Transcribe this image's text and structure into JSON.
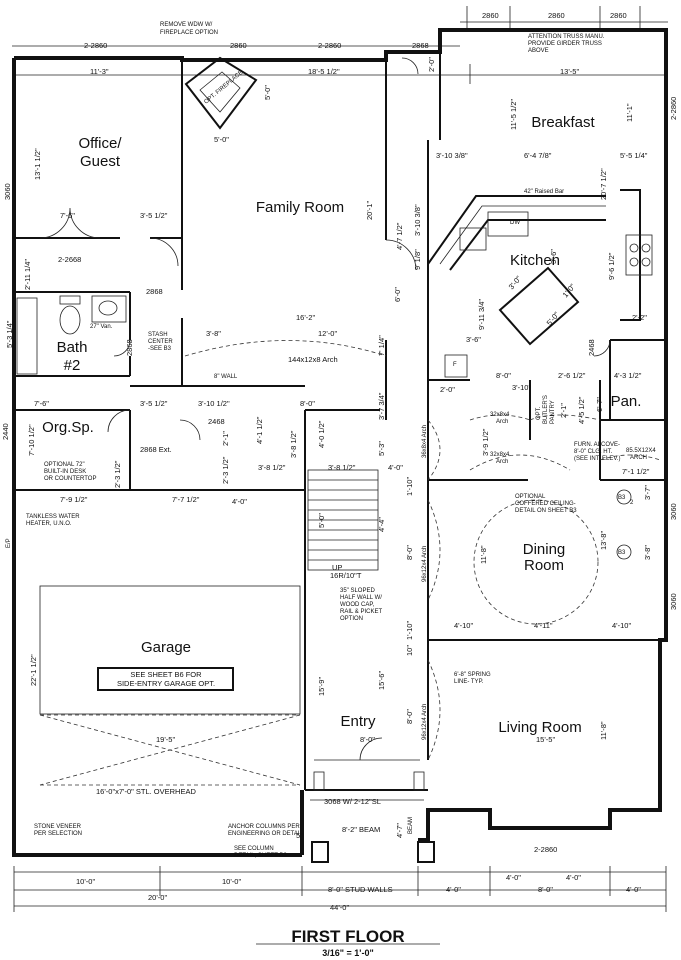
{
  "rooms": {
    "office": [
      "Office/",
      "Guest"
    ],
    "family": "Family Room",
    "breakfast": "Breakfast",
    "kitchen": "Kitchen",
    "bath": [
      "Bath",
      "#2"
    ],
    "org": "Org.Sp.",
    "pan": "Pan.",
    "dining": [
      "Dining",
      "Room"
    ],
    "garage": "Garage",
    "entry": "Entry",
    "living": "Living Room"
  },
  "notes": {
    "remove_wdw": [
      "REMOVE WDW W/",
      "FIREPLACE OPTION"
    ],
    "attention": [
      "ATTENTION TRUSS MANU.",
      "PROVIDE GIRDER TRUSS",
      "ABOVE"
    ],
    "opt_fireplace": "OPT. FIREPLACE",
    "raised_bar": "42\" Raised Bar",
    "dw": "DW",
    "f": "F",
    "van": "27\" Van.",
    "stash": [
      "STASH",
      "CENTER",
      "-SEE B3"
    ],
    "wall_8": "8\" WALL",
    "arch_144": "144x12x8 Arch",
    "builtin": [
      "OPTIONAL 72\"",
      "BUILT-IN DESK",
      "OR COUNTERTOP"
    ],
    "ext_2868": "2868 Ext.",
    "tankless": [
      "TANKLESS WATER",
      "HEATER, U.N.O."
    ],
    "ep": "E/P",
    "up": [
      "UP",
      "16R/10\"T"
    ],
    "sloped": [
      "35\" SLOPED",
      "HALF WALL W/",
      "WOOD CAP,",
      "RAIL & PICKET",
      "OPTION"
    ],
    "arch_32a": [
      "32x8x4",
      "Arch"
    ],
    "arch_32b": [
      "32x8x4",
      "Arch"
    ],
    "butler": [
      "OPT.",
      "BUTLER'S",
      "PANTRY"
    ],
    "furn": [
      "FURN. ALCOVE-",
      "8'-0\" CLG. HT.",
      "(SEE INT. ELEV.)"
    ],
    "arch_85": [
      "85.5X12X4",
      "ARCH"
    ],
    "coffered": [
      "OPTIONAL",
      "COFFERED CEILING-",
      "DETAIL ON SHEET B3"
    ],
    "b3": "B3",
    "b3_num": "2",
    "arch_36": "36x8x4 Arch",
    "arch_96a": "96x12x4 Arch",
    "arch_96b": "96x12x4 Arch",
    "spring": [
      "6'-8\" SPRING",
      "LINE- TYP."
    ],
    "garage_sheet": [
      "SEE SHEET B6 FOR",
      "SIDE-ENTRY GARAGE OPT."
    ],
    "overhead": "16'-0\"x7'-0\" STL. OVERHEAD",
    "door_3068": "3068 W/ 2-12\"SL",
    "beam": "8'-2\" BEAM",
    "beam_v": "BEAM",
    "anchor": [
      "ANCHOR COLUMNS PER",
      "ENGINEERING OR DETAIL"
    ],
    "column": [
      "SEE COLUMN",
      "DETAIL, SHEET B3"
    ],
    "stone": [
      "STONE VENEER",
      "PER SELECTION"
    ],
    "stud": "8'-0\" STUD WALLS"
  },
  "dims": {
    "top_2860a": "2860",
    "top_2860b": "2860",
    "top_2860c": "2860",
    "d_2_2860": "2-2860",
    "d_2860": "2860",
    "d_2_2860b": "2-2860",
    "d_2868": "2868",
    "d_11_3": "11'-3\"",
    "d_18_5": "18'-5 1/2\"",
    "d_13_5": "13'-5\"",
    "d_5_0a": "5'-0\"",
    "d_5_0b": "5'-0\"",
    "d_2_0": "2'-0\"",
    "d_11_5": "11'-5 1/2\"",
    "d_11_1": "11'-1\"",
    "d_2_2860c": "2-2860",
    "d_13_1": "13'-1 1/2\"",
    "d_3060a": "3060",
    "d_3_10": "3'-10 3/8\"",
    "d_6_4": "6'-4 7/8\"",
    "d_5_5": "5'-5 1/4\"",
    "d_20_7": "20'-7 1/2\"",
    "d_9_6": "9'-6 1/2\"",
    "d_7_6": "7'-6\"",
    "d_3_5": "3'-5 1/2\"",
    "d_2668": "2-2668",
    "d_2_11": "2'-11 1/4\"",
    "d_2868b": "2868",
    "d_20_1": "20'-1\"",
    "d_4_7": "4'-7 1/2\"",
    "d_3_10b": "3'-10 3/8\"",
    "d_9_18": "9' 1/8\"",
    "d_3_6a": "3'-6\"",
    "d_3_0": "3'-0\"",
    "d_1_0": "1'-0\"",
    "d_5_0c": "5'-0\"",
    "d_9_11": "9'-11 3/4\"",
    "d_3_6b": "3'-6\"",
    "d_2_2": "2'-2\"",
    "d_5_3": "5'-3 1/4\"",
    "d_2868c": "2868",
    "d_16_2": "16'-2\"",
    "d_3_8": "3'-8\"",
    "d_12_0": "12'-0\"",
    "d_6_0": "6'-0\"",
    "d_3_7": "3'-7 3/4\"",
    "d_7_1": "7' 1/4\"",
    "d_2468": "2468",
    "d_8_0a": "8'-0\"",
    "d_2_6": "2'-6 1/2\"",
    "d_4_3": "4'-3 1/2\"",
    "d_2_0b": "2'-0\"",
    "d_3_10c": "3'-10\"",
    "d_7_6b": "7'-6\"",
    "d_3_5b": "3'-5 1/2\"",
    "d_3_10d": "3'-10 1/2\"",
    "d_8_0b": "8'-0\"",
    "d_2440": "2440",
    "d_7_10": "7'-10 1/2\"",
    "d_2468b": "2468",
    "d_2_1": "2'-1\"",
    "d_4_1": "4'-1 1/2\"",
    "d_3_8b": "3'-8 1/2\"",
    "d_4_0a": "4'-0 1/2\"",
    "d_4_0b": "4'-0\"",
    "d_3_8c": "3'-8 1/2\"",
    "d_3_8d": "3'-8 1/2\"",
    "d_5_3b": "5'-3\"",
    "d_4_0c": "4'-0\"",
    "d_2_3": "2'-3 1/2\"",
    "d_2_3b": "2'-3 1/2\"",
    "d_3_9": "3'-9 1/2\"",
    "d_2_1b": "2'-1\"",
    "d_4_5": "4'-5 1/2\"",
    "d_6_7": "6'-7\"",
    "d_7_1b": "7'-1 1/2\"",
    "d_7_9": "7'-9 1/2\"",
    "d_7_7": "7'-7 1/2\"",
    "d_1_10": "1'-10\"",
    "d_5_0d": "5'-0\"",
    "d_4_4": "4'-4\"",
    "d_8_0c": "8'-0\"",
    "d_11_8": "11'-8\"",
    "d_13_8": "13'-8\"",
    "d_3060b": "3060",
    "d_3_7b": "3'-7\"",
    "d_3_8e": "3'-8\"",
    "d_3060c": "3060",
    "d_4_10a": "4'-10\"",
    "d_4_11": "4'-11\"",
    "d_4_10b": "4'-10\"",
    "d_1_10b": "1'-10\"",
    "d_22_1": "22'-1 1/2\"",
    "d_15_9": "15'-9\"",
    "d_15_6": "15'-6\"",
    "d_10": "10\"",
    "d_8_0d": "8'-0\"",
    "d_11_8b": "11'-8\"",
    "d_19_5": "19'-5\"",
    "d_8_0e": "8'-0\"",
    "d_15_5": "15'-5\"",
    "d_5": "5\"",
    "d_4_7b": "4'-7\"",
    "d_2_2860d": "2-2860",
    "d_10_0a": "10'-0\"",
    "d_10_0b": "10'-0\"",
    "d_20_0": "20'-0\"",
    "d_4_0d": "4'-0\"",
    "d_4_0e": "4'-0\"",
    "d_8_0f": "8'-0\"",
    "d_4_0f": "4'-0\"",
    "d_4_0g": "4'-0\"",
    "d_44_0": "44'-0\""
  },
  "title": "FIRST FLOOR",
  "scale": "3/16\" = 1'-0\""
}
